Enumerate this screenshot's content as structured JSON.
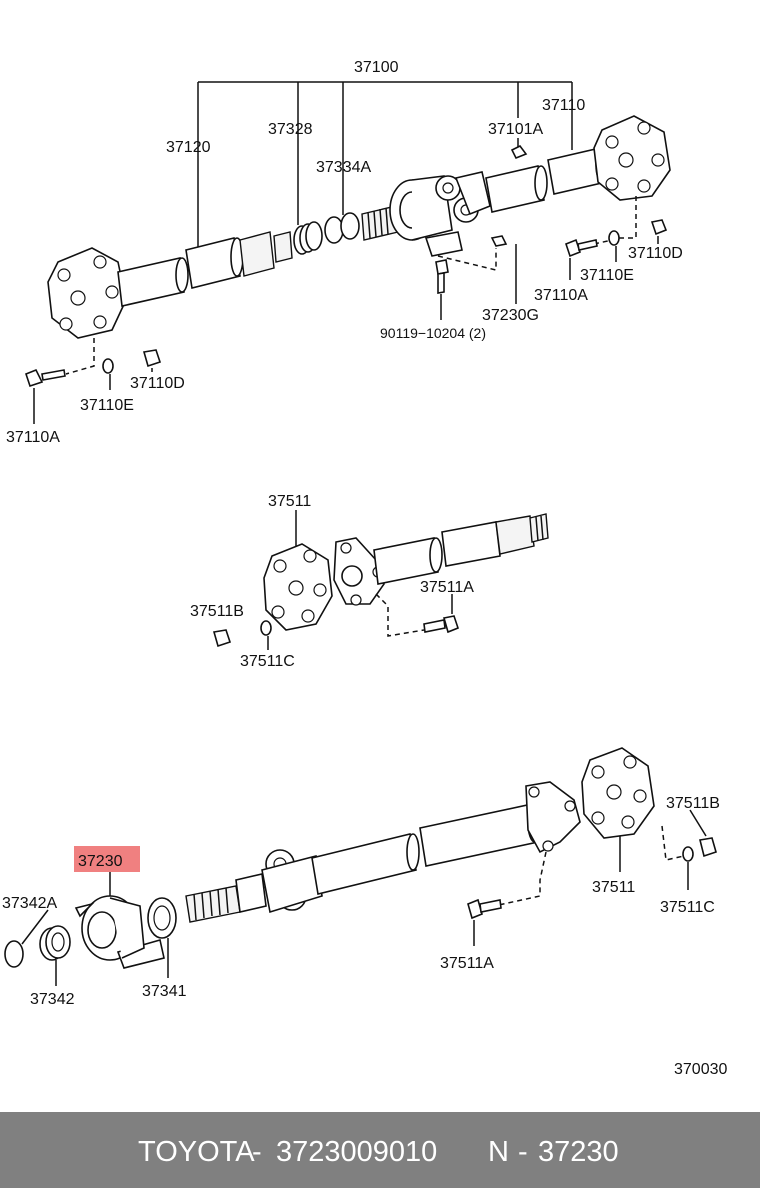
{
  "labels": {
    "assy_37100": "37100",
    "l_37120": "37120",
    "l_37328": "37328",
    "l_37334A": "37334A",
    "l_37101A": "37101A",
    "l_37110": "37110",
    "l_37110D_r": "37110D",
    "l_37110E_r": "37110E",
    "l_37110A_r": "37110A",
    "l_37230G": "37230G",
    "l_90119": "90119−10204 (2)",
    "l_37110D_l": "37110D",
    "l_37110E_l": "37110E",
    "l_37110A_l": "37110A",
    "l_37511_mid": "37511",
    "l_37511B_mid": "37511B",
    "l_37511C_mid": "37511C",
    "l_37511A_mid": "37511A",
    "l_37230_hl": "37230",
    "l_37342A": "37342A",
    "l_37342": "37342",
    "l_37341": "37341",
    "l_37511B_bot": "37511B",
    "l_37511_bot": "37511",
    "l_37511C_bot": "37511C",
    "l_37511A_bot": "37511A",
    "diagram_code": "370030"
  },
  "highlight_color": "#f08080",
  "footer": {
    "brand": "TOYOTA",
    "sep1": "-",
    "part_number": "3723009010",
    "ref_prefix": "N",
    "sep2": "-",
    "ref_code": "37230"
  }
}
